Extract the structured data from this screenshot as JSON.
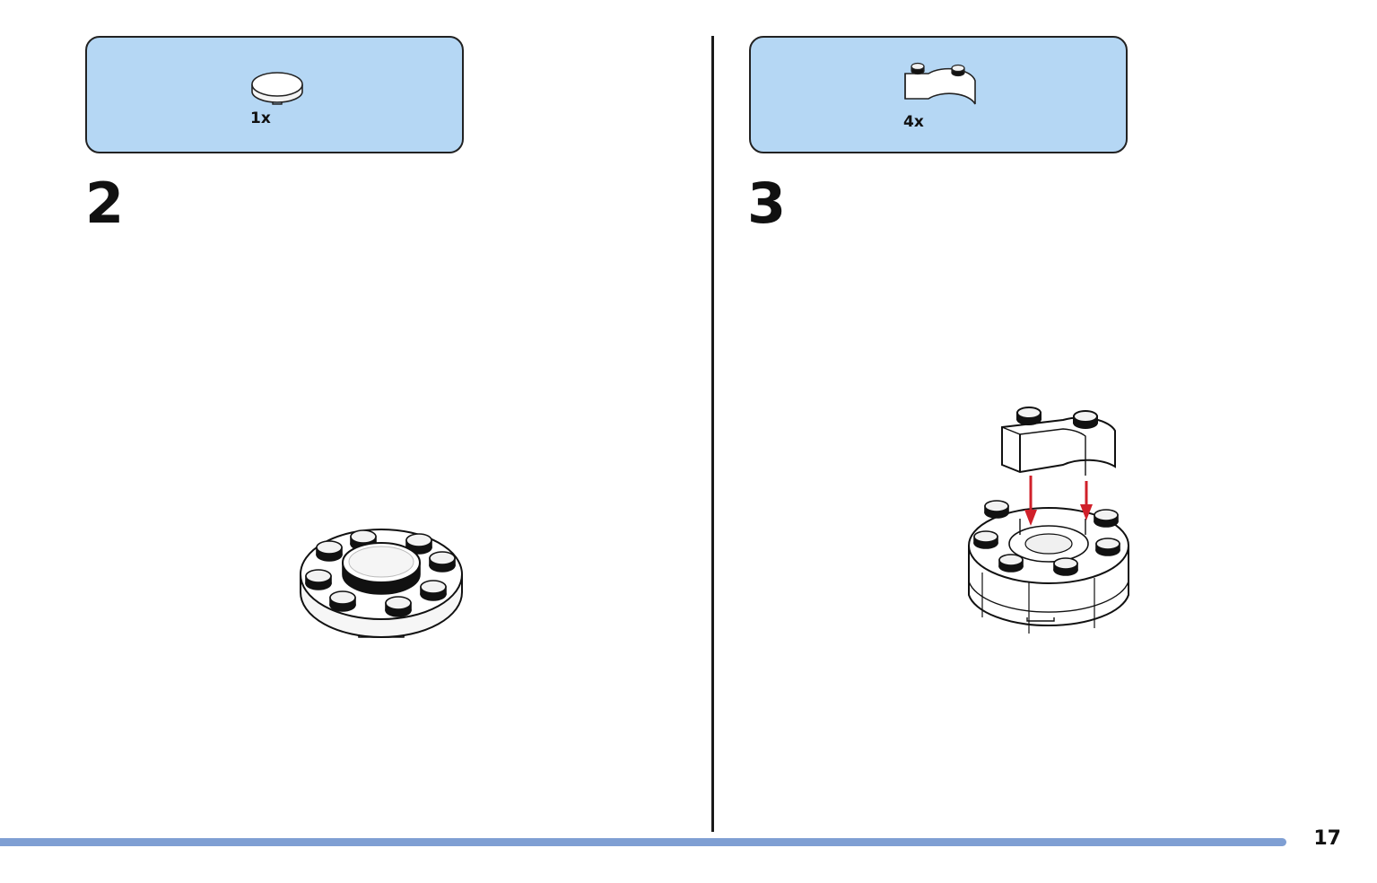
{
  "steps": [
    {
      "number": "2",
      "parts": [
        {
          "name": "round-tile-2x2",
          "quantity": "1x"
        }
      ]
    },
    {
      "number": "3",
      "parts": [
        {
          "name": "round-corner-brick-2x2",
          "quantity": "4x"
        }
      ]
    }
  ],
  "page": {
    "number": "17"
  },
  "colors": {
    "parts_box": "#b5d7f4",
    "progress_bar": "#7f9fd3",
    "arrow": "#d0202a",
    "outline": "#111111"
  }
}
